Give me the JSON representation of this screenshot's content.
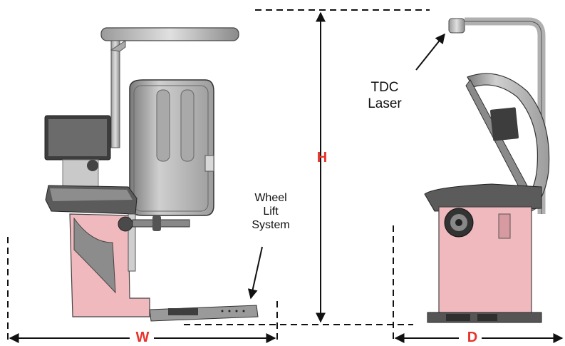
{
  "labels": {
    "tdc_line1": "TDC",
    "tdc_line2": "Laser",
    "wheel_line1": "Wheel",
    "wheel_line2": "Lift",
    "wheel_line3": "System"
  },
  "dimensions": {
    "height": "H",
    "width": "W",
    "depth": "D"
  },
  "colors": {
    "dimension_label": "#e8332c",
    "base_pink": "#efb9bd",
    "metal_gray": "#b8b8b8",
    "dark_gray": "#555555",
    "line": "#111111"
  }
}
